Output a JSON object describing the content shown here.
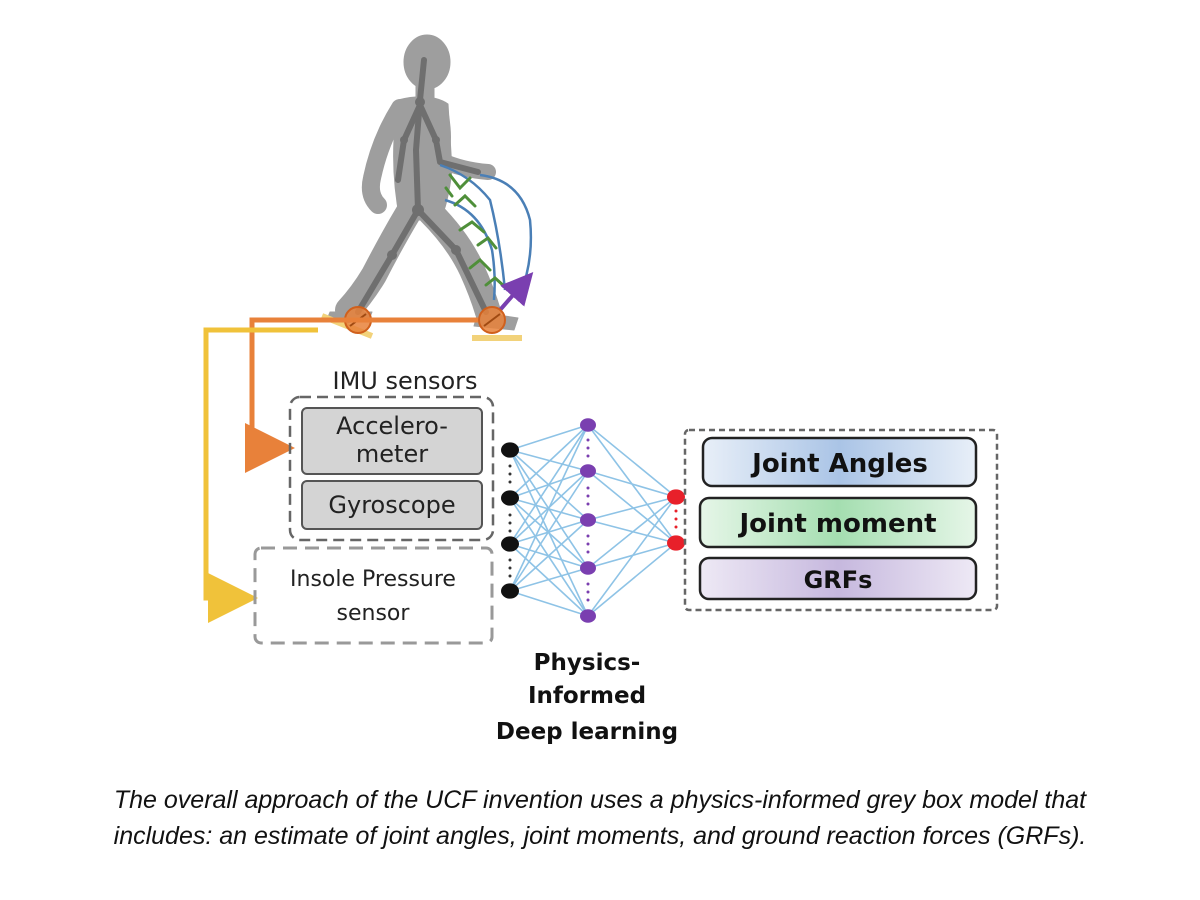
{
  "diagram": {
    "imu_title": "IMU sensors",
    "accelerometer": [
      "Accelero-",
      "meter"
    ],
    "gyroscope": "Gyroscope",
    "insole": [
      "Insole Pressure",
      "sensor"
    ],
    "network_label": [
      "Physics-",
      "Informed",
      "Deep learning"
    ],
    "outputs": [
      "Joint Angles",
      "Joint moment",
      "GRFs"
    ]
  },
  "caption": {
    "line1": "The overall approach of the UCF invention uses a physics-informed grey box model that",
    "line2": "includes: an estimate of joint angles, joint moments, and ground reaction forces (GRFs)."
  },
  "colors": {
    "orange": "#e8813a",
    "yellow": "#f0c23a",
    "network_line": "#8ec3e6",
    "hidden_node": "#7a3fb0",
    "output_node": "#e8202a",
    "input_node": "#111111",
    "box_grey": "#d4d4d4",
    "joint_angles": "#c4d7ee",
    "joint_moment": "#bfe8c4",
    "grfs": "#d5cbe6"
  }
}
